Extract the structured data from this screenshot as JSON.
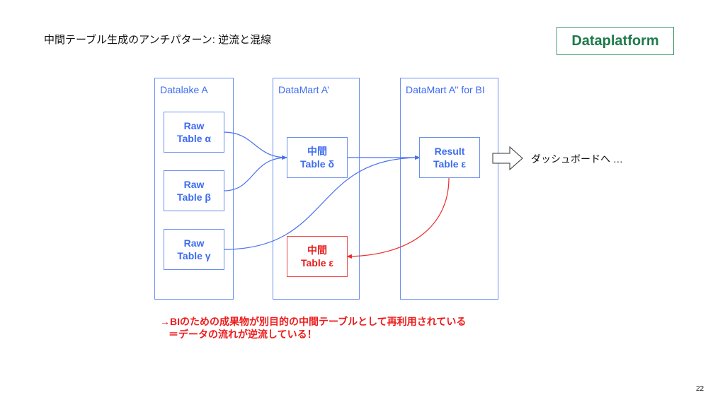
{
  "slide": {
    "title": "中間テーブル生成のアンチパターン: 逆流と混線",
    "brand": "Dataplatform",
    "page_number": "22"
  },
  "containers": [
    {
      "id": "datalake",
      "label": "Datalake A"
    },
    {
      "id": "datamart",
      "label": "DataMart A’"
    },
    {
      "id": "datamart_bi",
      "label": "DataMart A’’ for BI"
    }
  ],
  "nodes": {
    "raw_alpha": {
      "line1": "Raw",
      "line2": "Table α"
    },
    "raw_beta": {
      "line1": "Raw",
      "line2": "Table β"
    },
    "raw_gamma": {
      "line1": "Raw",
      "line2": "Table γ"
    },
    "mid_delta": {
      "line1": "中間",
      "line2": "Table δ"
    },
    "mid_epsilon": {
      "line1": "中間",
      "line2": "Table ε"
    },
    "result_epsilon": {
      "line1": "Result",
      "line2": "Table ε"
    }
  },
  "edges": [
    {
      "from": "raw_alpha",
      "to": "mid_delta",
      "color": "#4a72ee"
    },
    {
      "from": "raw_beta",
      "to": "mid_delta",
      "color": "#4a72ee"
    },
    {
      "from": "raw_gamma",
      "to": "result_epsilon",
      "color": "#4a72ee"
    },
    {
      "from": "mid_delta",
      "to": "result_epsilon",
      "color": "#4a72ee"
    },
    {
      "from": "result_epsilon",
      "to": "mid_epsilon",
      "color": "#ee2a2a"
    }
  ],
  "output": {
    "label": "ダッシュボードへ …"
  },
  "note": {
    "line1": "→BIのための成果物が別目的の中間テーブルとして再利用されている",
    "line2": "＝データの流れが逆流している！"
  },
  "colors": {
    "blue": "#3d6cf0",
    "red": "#e81c1c",
    "brand_green": "#1e7a4a"
  }
}
